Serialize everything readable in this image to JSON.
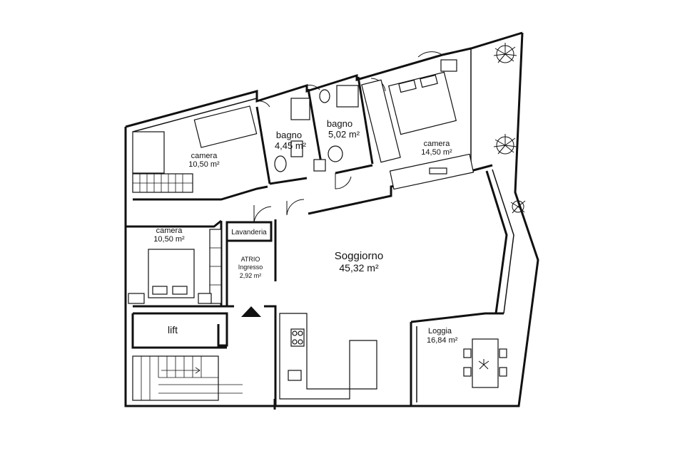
{
  "rooms": {
    "camera_nw": {
      "name": "camera",
      "area": "10,50 m²"
    },
    "bagno_1": {
      "name": "bagno",
      "area": "4,45 m²"
    },
    "bagno_2": {
      "name": "bagno",
      "area": "5,02 m²"
    },
    "camera_ne": {
      "name": "camera",
      "area": "14,50 m²"
    },
    "camera_w": {
      "name": "camera",
      "area": "10,50 m²"
    },
    "lavanderia": {
      "name": "Lavanderia"
    },
    "atrio": {
      "name": "ATRIO",
      "subname": "Ingresso",
      "area": "2,92 m²"
    },
    "soggiorno": {
      "name": "Soggiorno",
      "area": "45,32 m²"
    },
    "loggia": {
      "name": "Loggia",
      "area": "16,84 m²"
    },
    "lift": {
      "name": "lift"
    }
  },
  "icons": [
    "entrance-arrow-icon",
    "plant-icon",
    "door-swing-icon"
  ]
}
